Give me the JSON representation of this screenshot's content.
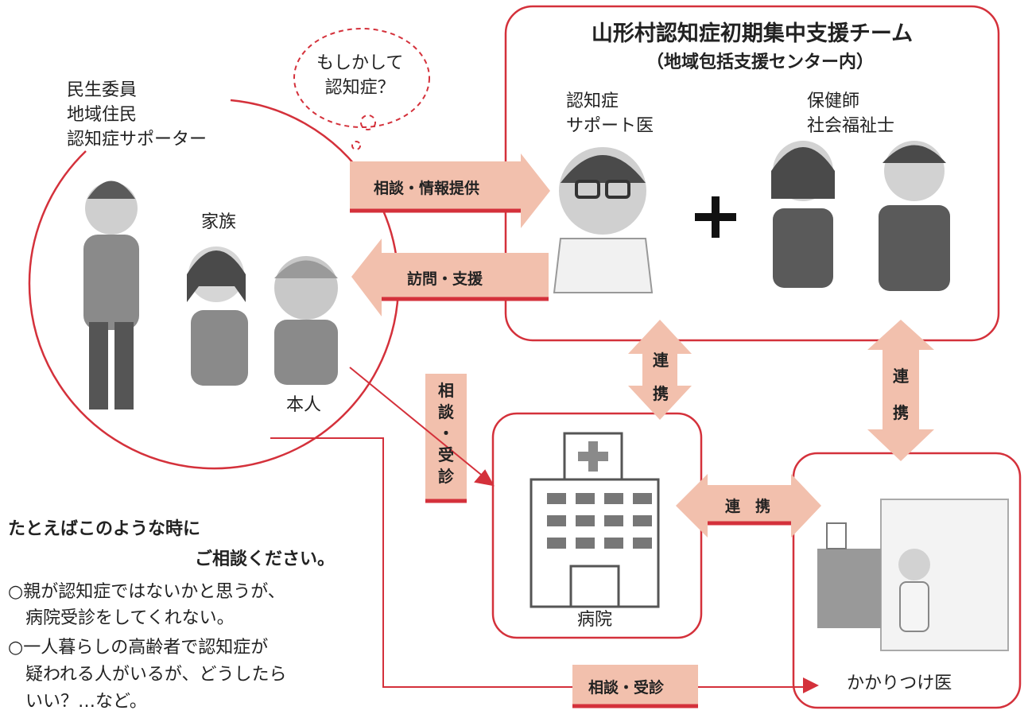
{
  "team": {
    "title": "山形村認知症初期集中支援チーム",
    "subtitle": "（地域包括支援センター内）"
  },
  "roles": {
    "doctor": "認知症\nサポート医",
    "staff": "保健師\n社会福祉士"
  },
  "community": {
    "group": "民生委員\n地域住民\n認知症サポーター",
    "thought": "もしかして\n認知症？",
    "family": "家族",
    "person": "本人"
  },
  "arrows": {
    "consult_info": "相談・情報提供",
    "visit_support": "訪問・支援",
    "consult_visit_v": "相\n談\n・\n受\n診",
    "cooperate_1": "連\n携",
    "cooperate_2": "連\n携",
    "cooperate_h": "連　携",
    "consult_visit_h": "相談・受診"
  },
  "facilities": {
    "hospital": "病院",
    "clinic": "かかりつけ医"
  },
  "note": {
    "heading_1": "たとえばこのような時に",
    "heading_2": "ご相談ください。",
    "item_1": "○親が認知症ではないかと思うが、\n　病院受診をしてくれない。",
    "item_2": "○一人暮らしの高齢者で認知症が\n　疑われる人がいるが、どうしたら\n　いい？…など。"
  },
  "colors": {
    "accent": "#d4313b",
    "arrow_fill": "#f2c0ad",
    "figure_gray": "#8a8a8a",
    "figure_dark": "#555555"
  }
}
